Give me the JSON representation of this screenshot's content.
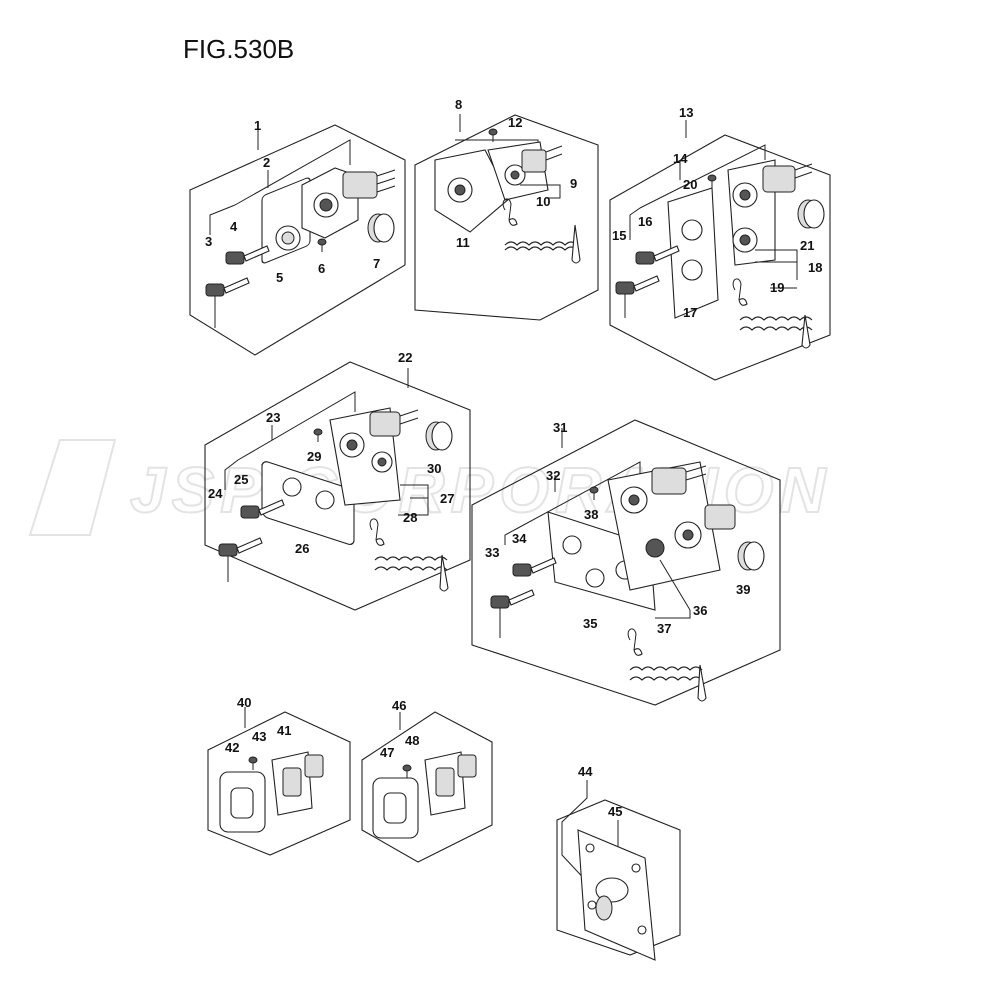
{
  "figure_title": "FIG.530B",
  "watermark": "JSP CORPORATION",
  "callouts": {
    "n1": "1",
    "n2": "2",
    "n3": "3",
    "n4": "4",
    "n5": "5",
    "n6": "6",
    "n7": "7",
    "n8": "8",
    "n9": "9",
    "n10": "10",
    "n11": "11",
    "n12": "12",
    "n13": "13",
    "n14": "14",
    "n15": "15",
    "n16": "16",
    "n17": "17",
    "n18": "18",
    "n19": "19",
    "n20": "20",
    "n21": "21",
    "n22": "22",
    "n23": "23",
    "n24": "24",
    "n25": "25",
    "n26": "26",
    "n27": "27",
    "n28": "28",
    "n29": "29",
    "n30": "30",
    "n31": "31",
    "n32": "32",
    "n33": "33",
    "n34": "34",
    "n35": "35",
    "n36": "36",
    "n37": "37",
    "n38": "38",
    "n39": "39",
    "n40": "40",
    "n41": "41",
    "n42": "42",
    "n43": "43",
    "n44": "44",
    "n45": "45",
    "n46": "46",
    "n47": "47",
    "n48": "48"
  }
}
